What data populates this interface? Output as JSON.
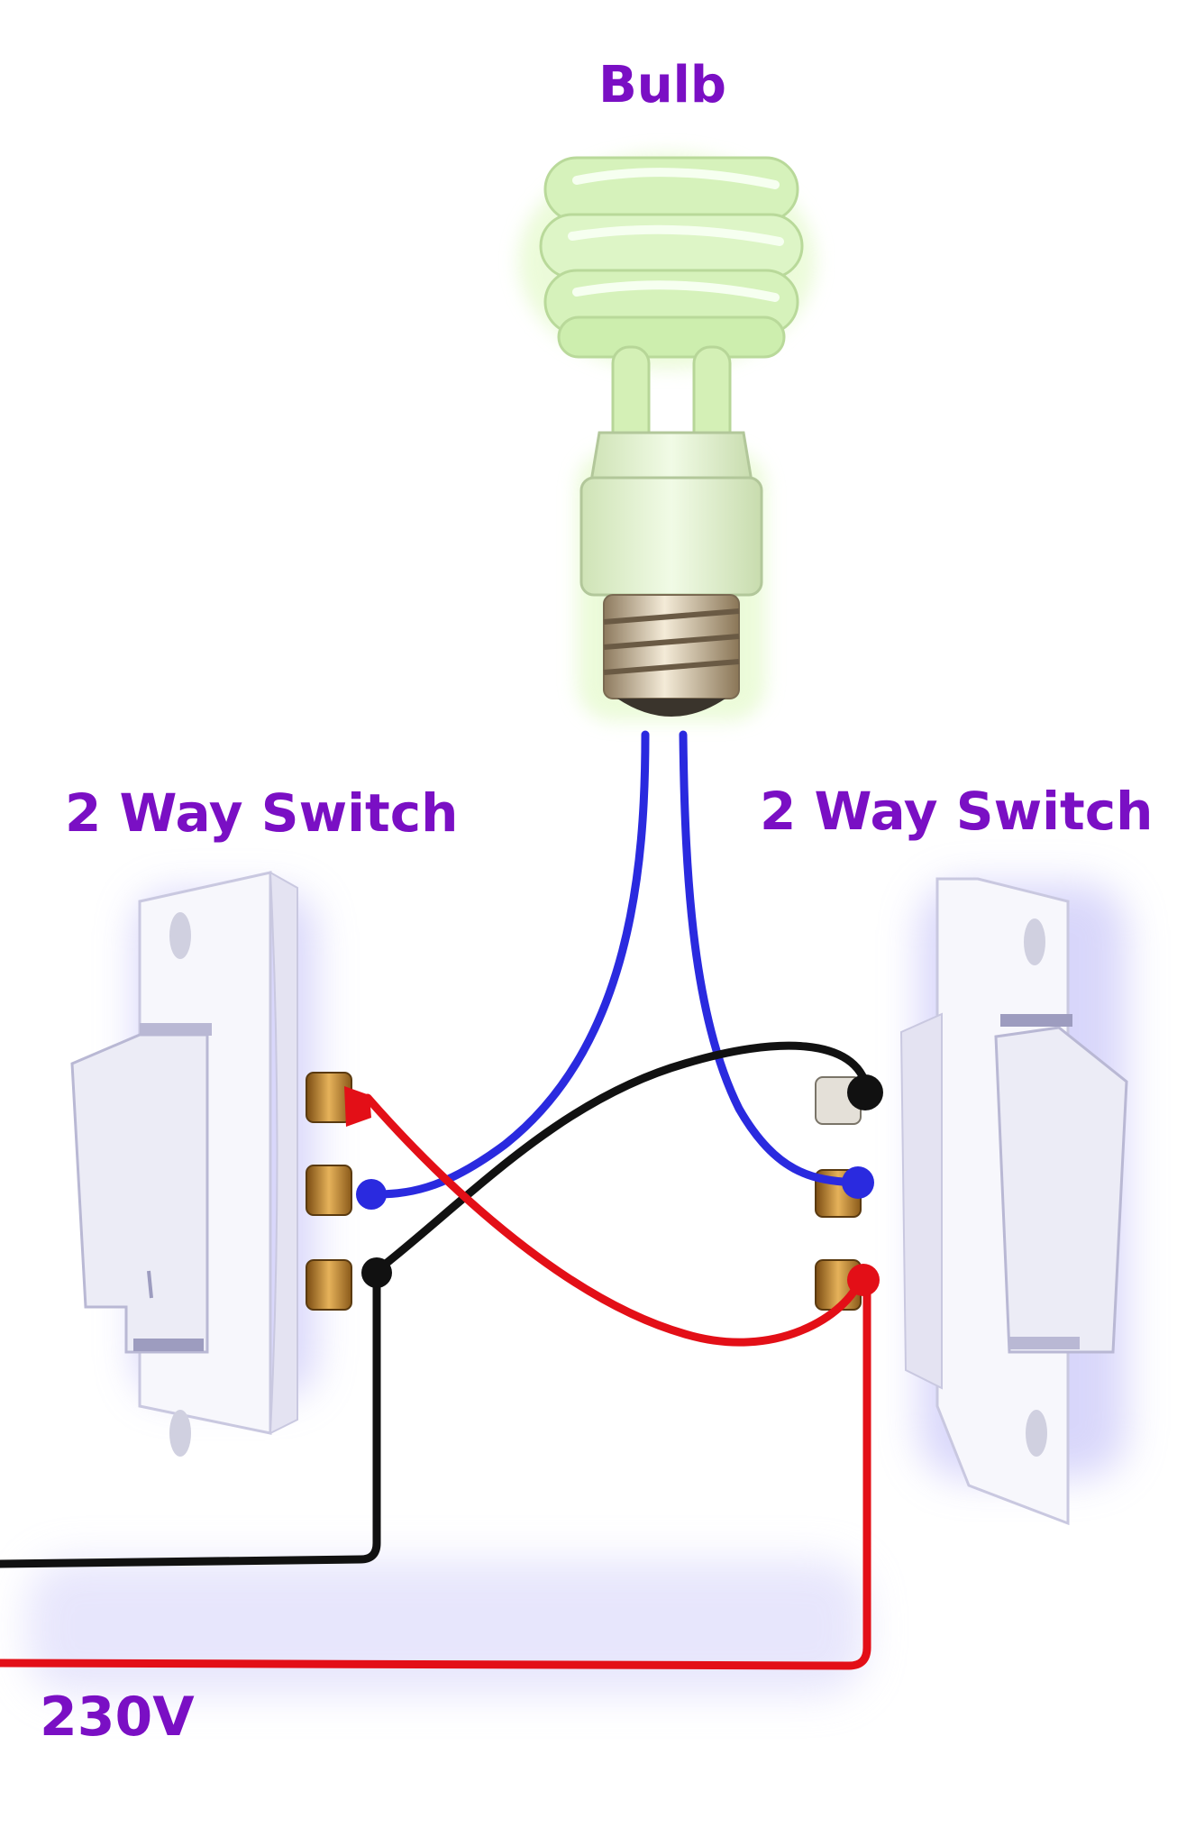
{
  "labels": {
    "bulb": "Bulb",
    "left_switch": "2 Way Switch",
    "right_switch": "2 Way Switch",
    "supply": "230V"
  },
  "colors": {
    "label_text": "#7a0fc4",
    "wire_blue": "#2a2adf",
    "wire_red": "#e30f17",
    "wire_black": "#111111",
    "terminal_brass": "#b07a2a",
    "switch_body": "#f6f6fb",
    "bulb_glow": "#e4f8c8"
  },
  "components": {
    "bulb": "cfl-bulb-icon",
    "switches": [
      "two-way-switch-icon",
      "two-way-switch-icon"
    ]
  }
}
